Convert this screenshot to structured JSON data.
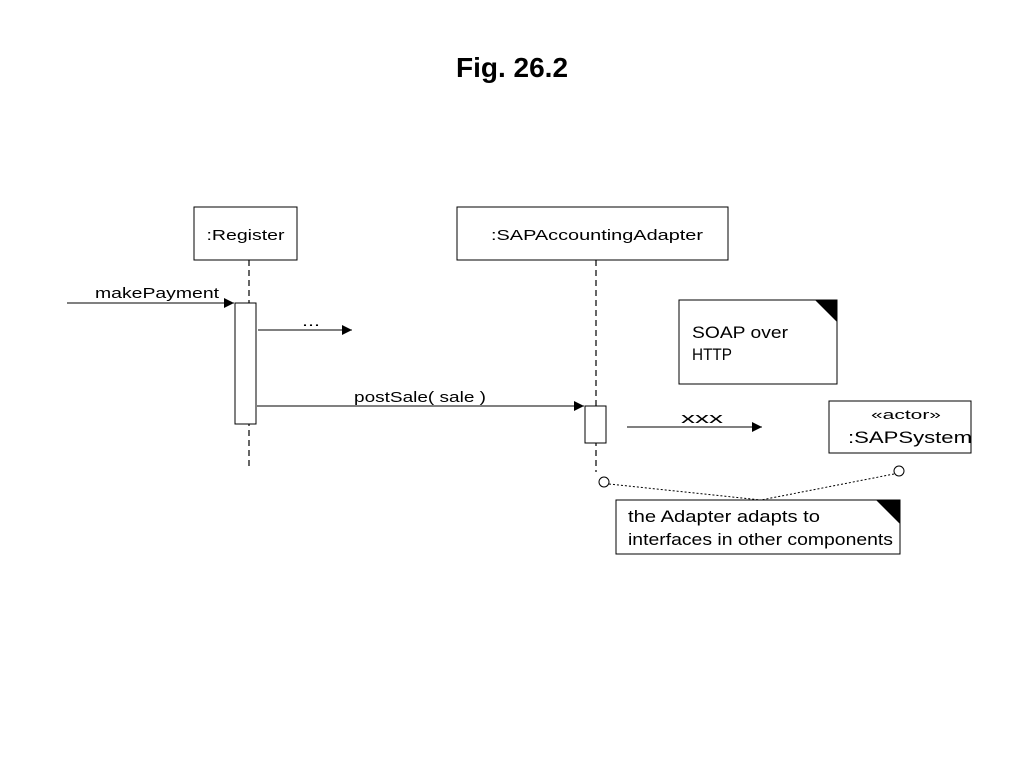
{
  "title": "Fig. 26.2",
  "lifelines": {
    "register": ":Register",
    "adapter": ":SAPAccountingAdapter"
  },
  "messages": {
    "make_payment": "makePayment",
    "dash": "...",
    "post_sale": "postSale( sale )",
    "xxx": "xxx"
  },
  "notes": {
    "soap": [
      "SOAP over",
      "HTTP"
    ],
    "adapter_note": [
      "the Adapter adapts to",
      "interfaces in other components"
    ]
  },
  "actor": {
    "stereotype": "«actor»",
    "name": ":SAPSystem"
  }
}
